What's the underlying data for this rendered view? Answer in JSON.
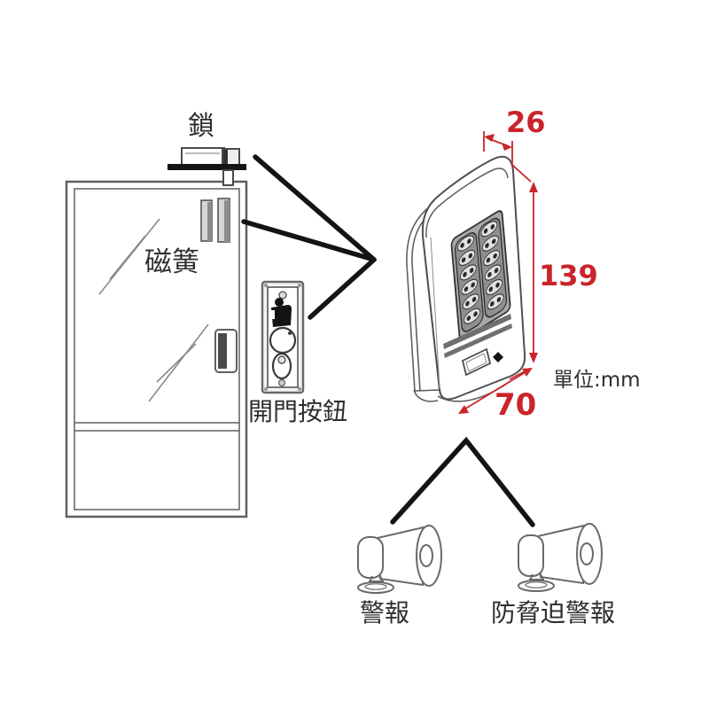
{
  "diagram": {
    "title": "access-control-installation-diagram",
    "labels": {
      "lock": "鎖",
      "magnetic_reed": "磁簧",
      "exit_button": "開門按鈕",
      "alarm": "警報",
      "duress_alarm": "防脅迫警報",
      "unit": "單位:mm"
    },
    "dimensions": {
      "top_width": "26",
      "height": "139",
      "bottom_width": "70"
    },
    "colors": {
      "dimension_red": "#c9252b",
      "outline_gray": "#5f5f5f",
      "connector_black": "#141414",
      "background": "#ffffff"
    }
  }
}
